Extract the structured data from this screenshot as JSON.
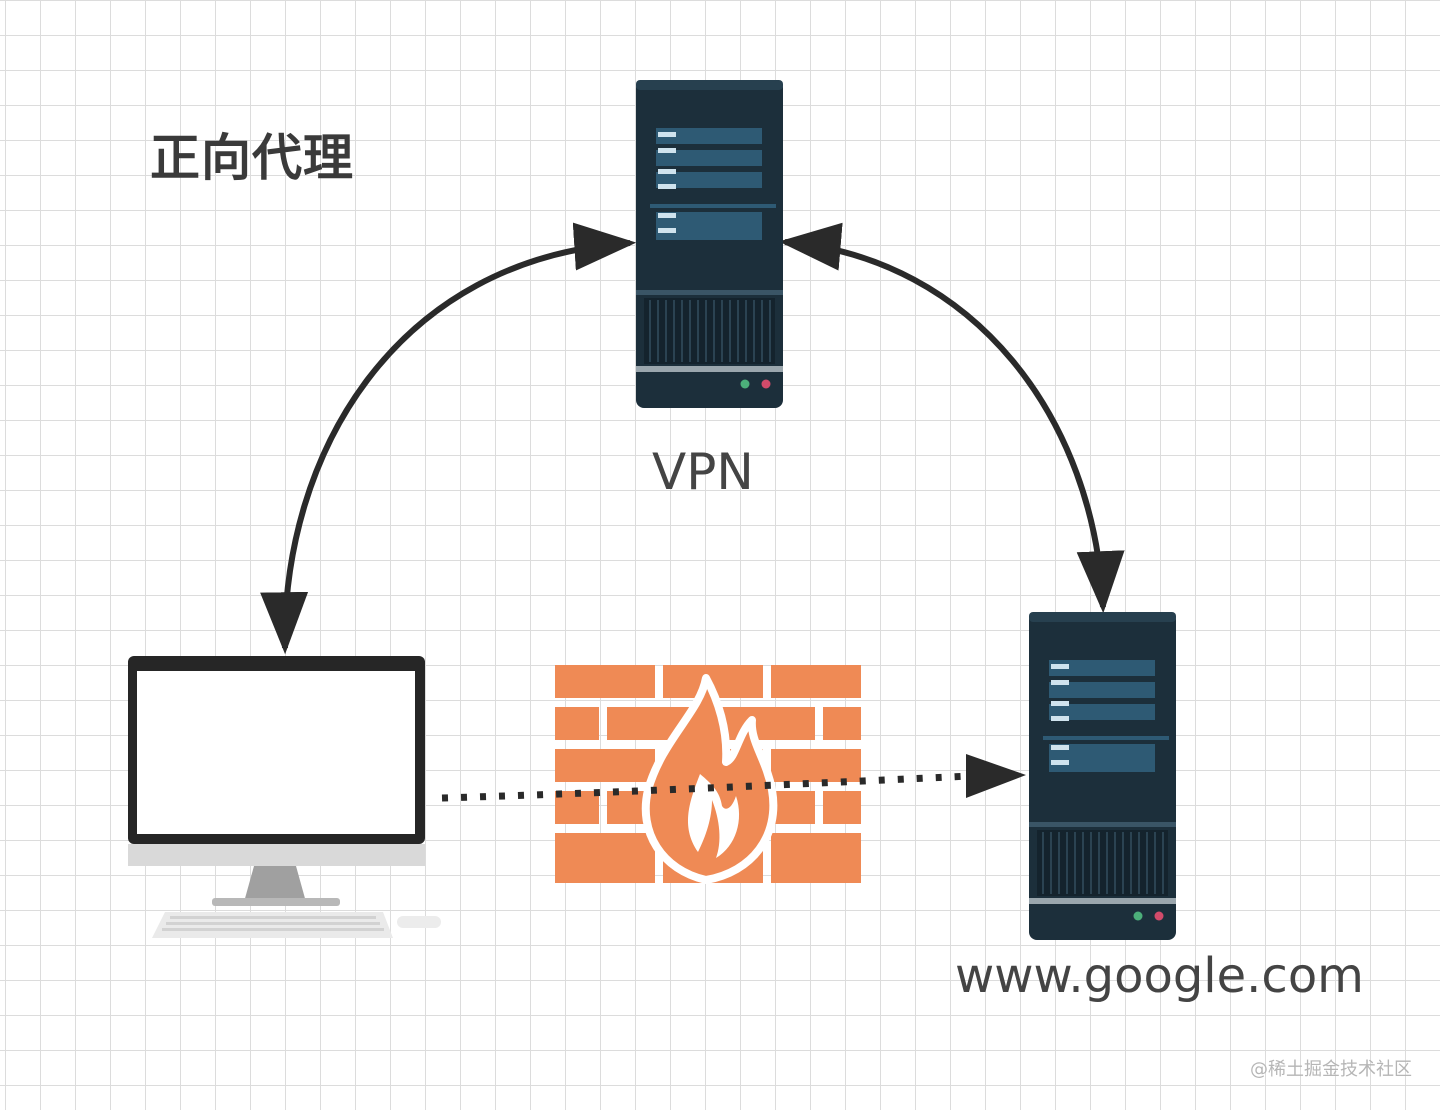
{
  "title": "正向代理",
  "nodes": {
    "vpn": {
      "label": "VPN",
      "icon": "server-icon"
    },
    "client": {
      "label": "",
      "icon": "desktop-computer-icon"
    },
    "firewall": {
      "label": "",
      "icon": "firewall-icon"
    },
    "target": {
      "label": "www.google.com",
      "icon": "server-icon"
    }
  },
  "edges": [
    {
      "from": "client",
      "to": "vpn",
      "style": "solid",
      "direction": "both"
    },
    {
      "from": "vpn",
      "to": "target",
      "style": "solid",
      "direction": "both"
    },
    {
      "from": "client",
      "to": "target",
      "style": "dotted",
      "direction": "forward",
      "through": "firewall"
    }
  ],
  "watermark": "@稀土掘金技术社区",
  "colors": {
    "server": "#1c2f3b",
    "server_panel": "#2e5a74",
    "firewall": "#ef8a55",
    "arrow": "#2a2a2a"
  }
}
